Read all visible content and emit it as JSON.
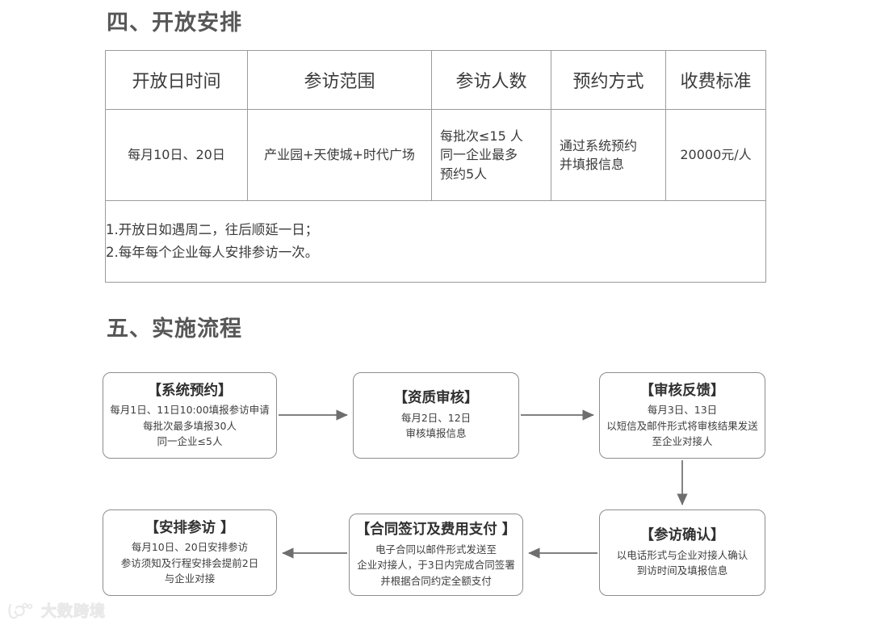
{
  "document": {
    "background_color": "#ffffff",
    "text_color": "#3a3a3a",
    "border_color": "#9b9b9b",
    "node_border_color": "#8d8d8d"
  },
  "sections": {
    "four": {
      "heading": "四、开放安排"
    },
    "five": {
      "heading": "五、实施流程"
    }
  },
  "schedule_table": {
    "headers": [
      "开放日时间",
      "参访范围",
      "参访人数",
      "预约方式",
      "收费标准"
    ],
    "rows": [
      {
        "open_day_time": [
          "每月10日、20日"
        ],
        "visit_scope": [
          "产业园+天使城+时代广场"
        ],
        "visit_headcount": [
          "每批次≤15 人",
          "同一企业最多",
          "预约5人"
        ],
        "booking_method": [
          "通过系统预约",
          "并填报信息"
        ],
        "fee_standard": [
          "20000元/人"
        ]
      }
    ],
    "notes": [
      "1.开放日如遇周二，往后顺延一日；",
      "2.每年每个企业每人安排参访一次。"
    ]
  },
  "flowchart": {
    "nodes": [
      {
        "id": "sys-booking",
        "title": "【系统预约】",
        "lines": [
          "每月1日、11日10:00填报参访申请",
          "每批次最多填报30人",
          "同一企业≤5人"
        ]
      },
      {
        "id": "qualification",
        "title": "【资质审核】",
        "lines": [
          "每月2日、12日",
          "审核填报信息"
        ]
      },
      {
        "id": "feedback",
        "title": "【审核反馈】",
        "lines": [
          "每月3日、13日",
          "以短信及邮件形式将审核结果发送",
          "至企业对接人"
        ]
      },
      {
        "id": "confirm",
        "title": "【参访确认】",
        "lines": [
          "以电话形式与企业对接人确认",
          "到访时间及填报信息"
        ]
      },
      {
        "id": "contract",
        "title": "【合同签订及费用支付 】",
        "lines": [
          "电子合同以邮件形式发送至",
          "企业对接人，于3日内完成合同签署",
          "并根据合同约定全额支付"
        ]
      },
      {
        "id": "arrange",
        "title": "【安排参访 】",
        "lines": [
          "每月10日、20日安排参访",
          "参访须知及行程安排会提前2日",
          "与企业对接"
        ]
      }
    ],
    "connectors": [
      {
        "name": "arrow-sys-booking-to-qualification",
        "direction": "right"
      },
      {
        "name": "arrow-qualification-to-feedback",
        "direction": "right"
      },
      {
        "name": "arrow-feedback-to-confirm",
        "direction": "down"
      },
      {
        "name": "arrow-confirm-to-contract",
        "direction": "left"
      },
      {
        "name": "arrow-contract-to-arrange",
        "direction": "left"
      }
    ]
  },
  "watermark": {
    "text": "大数跨境",
    "icon": "logo-mark-icon"
  }
}
